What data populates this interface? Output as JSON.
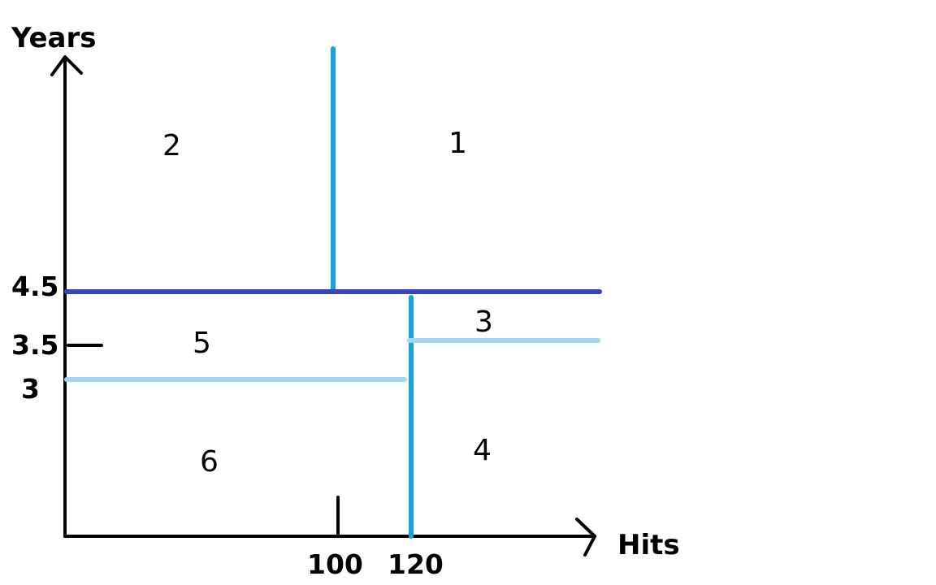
{
  "axes": {
    "x_title": "Hits",
    "y_title": "Years"
  },
  "ticks": {
    "y": [
      "4.5",
      "3.5",
      "3"
    ],
    "x": [
      "100",
      "120"
    ]
  },
  "regions": [
    "1",
    "2",
    "3",
    "4",
    "5",
    "6"
  ],
  "colors": {
    "axis": "#000000",
    "top_split": "#3c44b9",
    "vertical_split": "#12a3e3",
    "light_split": "#9fd9ea"
  }
}
